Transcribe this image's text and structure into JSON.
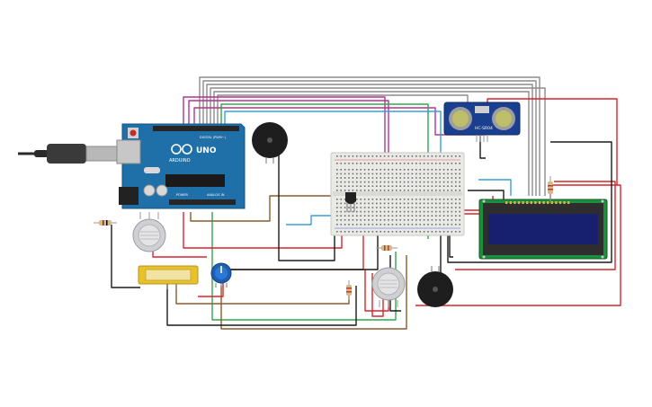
{
  "labels": {
    "arduino_brand": "ARDUINO",
    "arduino_model": "UNO",
    "arduino_digital": "DIGITAL (PWM~)",
    "arduino_analog": "ANALOG IN",
    "arduino_power": "POWER",
    "sonar_model": "HC-SR04"
  },
  "colors": {
    "arduino_board": "#1f6fa8",
    "breadboard": "#e9e9e6",
    "lcd_pcb": "#1c8f3c",
    "lcd_screen": "#16206e",
    "sonar_board": "#1b3f8f",
    "sonar_eye": "#bfbf6a",
    "buzzer": "#1e1e1e",
    "gas_sensor": "#cfd0d3",
    "potentiometer": "#1f5fb0",
    "fsr_sensor": "#e8c22a",
    "resistor": "#d8b886",
    "wire_red": "#d8242a",
    "wire_black": "#1a1a1a",
    "wire_gray": "#8c8c8c",
    "wire_magenta": "#b5338f",
    "wire_green": "#2fa84a",
    "wire_brown": "#8b5a2b",
    "wire_cyan": "#38a0d8",
    "usb_cable": "#3a3a3a"
  },
  "components": [
    {
      "name": "arduino-uno-board",
      "kind": "microcontroller"
    },
    {
      "name": "breadboard",
      "kind": "prototyping"
    },
    {
      "name": "lcd-16x2-display",
      "kind": "display"
    },
    {
      "name": "ultrasonic-sensor",
      "kind": "sensor"
    },
    {
      "name": "piezo-buzzer-top",
      "kind": "buzzer"
    },
    {
      "name": "piezo-buzzer-bottom",
      "kind": "buzzer"
    },
    {
      "name": "gas-sensor-left",
      "kind": "sensor"
    },
    {
      "name": "gas-sensor-right",
      "kind": "sensor"
    },
    {
      "name": "potentiometer",
      "kind": "input"
    },
    {
      "name": "force-sensor",
      "kind": "sensor"
    },
    {
      "name": "temperature-sensor",
      "kind": "sensor"
    },
    {
      "name": "resistors",
      "kind": "passive"
    },
    {
      "name": "usb-cable",
      "kind": "power"
    }
  ]
}
